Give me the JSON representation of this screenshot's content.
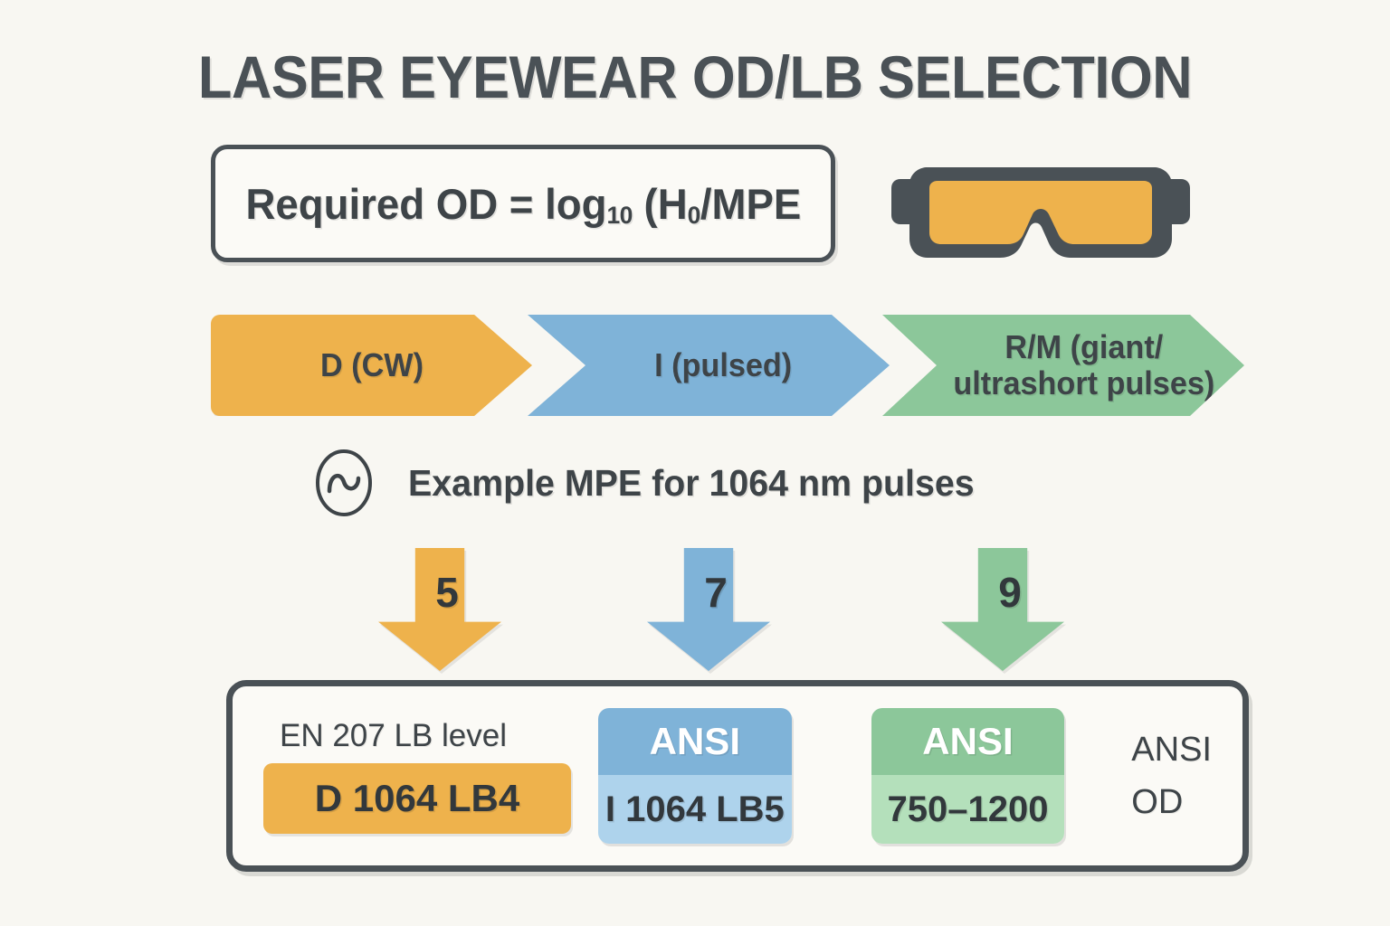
{
  "title": "LASER EYEWEAR OD/LB SELECTION",
  "formula": {
    "prefix": "Required OD = log",
    "log_base": "10",
    "middle": " (H",
    "h_sub": "0",
    "suffix": "/MPE"
  },
  "goggles": {
    "icon": "laser-safety-goggles-icon",
    "frame_color": "#4a5156",
    "lens_color": "#eeb24c"
  },
  "chevrons": [
    {
      "id": "D",
      "label": "D (CW)",
      "color": "#eeb24c"
    },
    {
      "id": "I",
      "label": "I (pulsed)",
      "color": "#7fb3d8"
    },
    {
      "id": "RM",
      "label": "R/M (giant/\nultrashort pulses)",
      "color": "#8cc79a"
    }
  ],
  "example": {
    "icon": "sine-wave-icon",
    "label": "Example MPE for 1064 nm pulses"
  },
  "arrows": [
    {
      "id": "D",
      "value": "5",
      "color": "#eeb24c"
    },
    {
      "id": "I",
      "value": "7",
      "color": "#7fb3d8"
    },
    {
      "id": "RM",
      "value": "9",
      "color": "#8cc79a"
    }
  ],
  "panel": {
    "en207": {
      "title": "EN 207 LB level",
      "chip": "D 1064 LB4",
      "color": "#eeb24c"
    },
    "blocks": [
      {
        "id": "ansi-i",
        "head": "ANSI",
        "body": "I 1064 LB5",
        "head_color": "#7fb3d8",
        "body_color": "#aed3ec"
      },
      {
        "id": "ansi-rm",
        "head": "ANSI",
        "body": "750–1200",
        "head_color": "#8cc79a",
        "body_color": "#b4e0bb"
      }
    ],
    "right_label": "ANSI\nOD"
  },
  "colors": {
    "background": "#f8f7f2",
    "ink": "#3e4448",
    "outline": "#4a5156",
    "amber": "#eeb24c",
    "blue": "#7fb3d8",
    "green": "#8cc79a"
  }
}
